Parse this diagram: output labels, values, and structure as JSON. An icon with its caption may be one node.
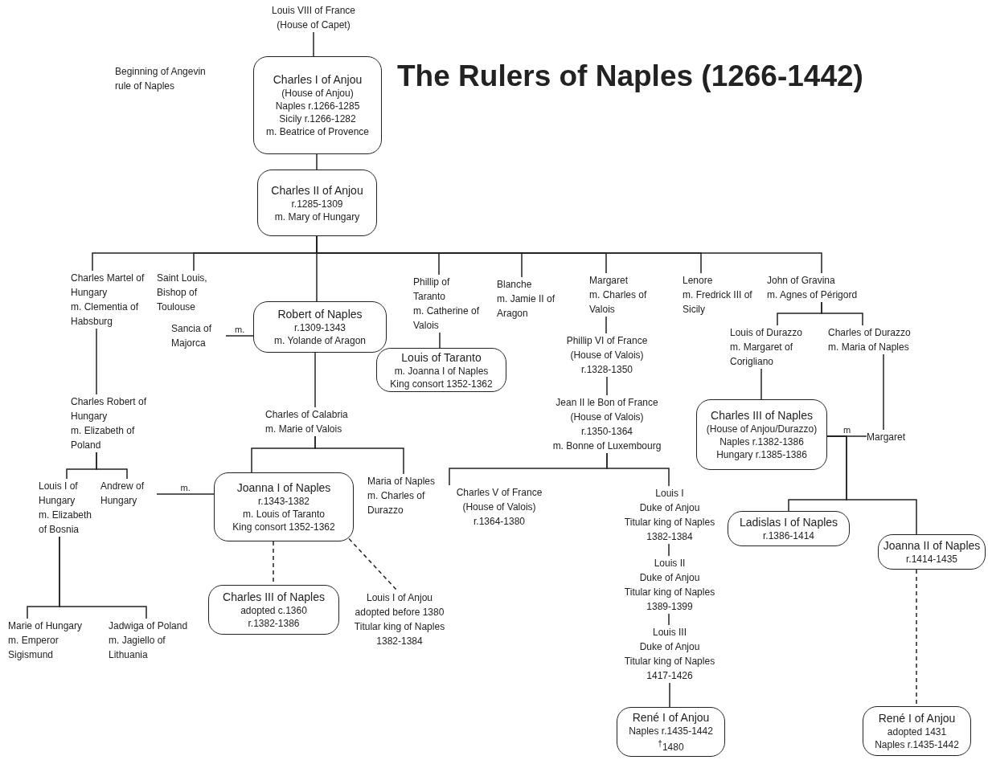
{
  "diagram": {
    "title": "The Rulers of Naples (1266-1442)",
    "nodes": [
      {
        "text": [
          "Louis VIII of France",
          "(House of Capet)"
        ]
      },
      {
        "text": [
          "Charles I of Anjou",
          "(House of Anjou)",
          "Naples r.1266-1285",
          "Sicily r.1266-1282",
          "m. Beatrice of Provence"
        ]
      },
      {
        "text": [
          "Charles II of Anjou",
          "r.1285-1309",
          "m. Mary of Hungary"
        ]
      },
      {
        "text": [
          "Charles Martel of Hungary",
          "m. Clementia of Habsburg"
        ]
      },
      {
        "text": [
          "Saint Louis, Bishop of Toulouse"
        ]
      },
      {
        "text": [
          "Robert of Naples",
          "r.1309-1343",
          "m. Yolande of Aragon"
        ]
      },
      {
        "text": [
          "Sancia of Majorca"
        ]
      },
      {
        "text": [
          "Phillip of Taranto",
          "m. Catherine of Valois"
        ]
      },
      {
        "text": [
          "Louis of Taranto",
          "m. Joanna I of Naples",
          "King consort 1352-1362"
        ]
      },
      {
        "text": [
          "Blanche",
          "m. Jamie II of Aragon"
        ]
      },
      {
        "text": [
          "Margaret",
          "m. Charles of Valois"
        ]
      },
      {
        "text": [
          "Lenore",
          "m. Fredrick III of Sicily"
        ]
      },
      {
        "text": [
          "John of Gravina",
          "m. Agnes of Périgord"
        ]
      },
      {
        "text": [
          "Phillip VI of France",
          "(House of Valois)",
          "r.1328-1350"
        ]
      },
      {
        "text": [
          "Louis of Durazzo",
          "m. Margaret of Corigliano"
        ]
      },
      {
        "text": [
          "Charles of Durazzo",
          "m. Maria of Naples"
        ]
      },
      {
        "text": [
          "Charles Robert of Hungary",
          "m. Elizabeth of Poland"
        ]
      },
      {
        "text": [
          "Charles of Calabria",
          "m. Marie of Valois"
        ]
      },
      {
        "text": [
          "Jean II le Bon of France",
          "(House of Valois)",
          "r.1350-1364",
          "m. Bonne of Luxembourg"
        ]
      },
      {
        "text": [
          "Charles III of Naples",
          "(House of Anjou/Durazzo)",
          "Naples r.1382-1386",
          "Hungary r.1385-1386"
        ]
      },
      {
        "text": [
          "Margaret"
        ]
      },
      {
        "text": [
          "Louis I of Hungary",
          "m. Elizabeth of Bosnia"
        ]
      },
      {
        "text": [
          "Andrew of Hungary"
        ]
      },
      {
        "text": [
          "Joanna I of Naples",
          "r.1343-1382",
          "m. Louis of Taranto",
          "King consort 1352-1362"
        ]
      },
      {
        "text": [
          "Maria of Naples",
          "m. Charles of Durazzo"
        ]
      },
      {
        "text": [
          "Charles V of France",
          "(House of Valois)",
          "r.1364-1380"
        ]
      },
      {
        "text": [
          "Louis I",
          "Duke of Anjou",
          "Titular king of Naples",
          "1382-1384"
        ]
      },
      {
        "text": [
          "Ladislas I of Naples",
          "r.1386-1414"
        ]
      },
      {
        "text": [
          "Joanna II of Naples",
          "r.1414-1435"
        ]
      },
      {
        "text": [
          "Louis II",
          "Duke of Anjou",
          "Titular king of Naples",
          "1389-1399"
        ]
      },
      {
        "text": [
          "Charles III of Naples",
          "adopted c.1360",
          "r.1382-1386"
        ]
      },
      {
        "text": [
          "Louis I of Anjou",
          "adopted before 1380",
          "Titular king of Naples",
          "1382-1384"
        ]
      },
      {
        "text": [
          "Marie of Hungary",
          "m. Emperor Sigismund"
        ]
      },
      {
        "text": [
          "Jadwiga of Poland",
          "m. Jagiello of Lithuania"
        ]
      },
      {
        "text": [
          "Louis III",
          "Duke of Anjou",
          "Titular king of Naples",
          "1417-1426"
        ]
      },
      {
        "text": [
          "René I of Anjou",
          "Naples r.1435-1442",
          "$^{†}$1480"
        ]
      },
      {
        "text": [
          "René I of Anjou",
          "adopted 1431",
          "Naples r.1435-1442"
        ]
      }
    ],
    "edges": [
      {
        "from": 0,
        "to": 1,
        "arrow": "none"
      },
      {
        "from": 1,
        "to": 2,
        "arrow": "none"
      },
      {
        "from": 2,
        "to": 3,
        "arrow": "none"
      },
      {
        "from": 2,
        "to": 4,
        "arrow": "none"
      },
      {
        "from": 2,
        "to": 5,
        "arrow": "none"
      },
      {
        "from": 2,
        "to": 7,
        "arrow": "none"
      },
      {
        "from": 2,
        "to": 9,
        "arrow": "none"
      },
      {
        "from": 2,
        "to": 10,
        "arrow": "none"
      },
      {
        "from": 2,
        "to": 11,
        "arrow": "none"
      },
      {
        "from": 2,
        "to": 12,
        "arrow": "none"
      },
      {
        "from": 6,
        "to": 5,
        "arrow": "none",
        "label": "m."
      },
      {
        "from": 7,
        "to": 8,
        "arrow": "none"
      },
      {
        "from": 10,
        "to": 13,
        "arrow": "none"
      },
      {
        "from": 12,
        "to": 14,
        "arrow": "none"
      },
      {
        "from": 12,
        "to": 15,
        "arrow": "none"
      },
      {
        "from": 3,
        "to": 16,
        "arrow": "none"
      },
      {
        "from": 5,
        "to": 17,
        "arrow": "none"
      },
      {
        "from": 13,
        "to": 18,
        "arrow": "none"
      },
      {
        "from": 14,
        "to": 19,
        "arrow": "none"
      },
      {
        "from": 15,
        "to": 20,
        "arrow": "none"
      },
      {
        "from": 16,
        "to": 21,
        "arrow": "none"
      },
      {
        "from": 16,
        "to": 22,
        "arrow": "none"
      },
      {
        "from": 17,
        "to": 23,
        "arrow": "none"
      },
      {
        "from": 17,
        "to": 24,
        "arrow": "none"
      },
      {
        "from": 22,
        "to": 23,
        "arrow": "none",
        "label": "m."
      },
      {
        "from": 18,
        "to": 25,
        "arrow": "none"
      },
      {
        "from": 18,
        "to": 26,
        "arrow": "none"
      },
      {
        "from": 19,
        "to": 20,
        "arrow": "none",
        "label": "m"
      },
      {
        "from": 19,
        "to": 27,
        "arrow": "none"
      },
      {
        "from": 19,
        "to": 28,
        "arrow": "none"
      },
      {
        "from": 23,
        "to": 30,
        "arrow": "none",
        "style": "dashed"
      },
      {
        "from": 23,
        "to": 31,
        "arrow": "none",
        "style": "dashed"
      },
      {
        "from": 21,
        "to": 32,
        "arrow": "none"
      },
      {
        "from": 21,
        "to": 33,
        "arrow": "none"
      },
      {
        "from": 26,
        "to": 29,
        "arrow": "none"
      },
      {
        "from": 29,
        "to": 34,
        "arrow": "none"
      },
      {
        "from": 34,
        "to": 35,
        "arrow": "none"
      },
      {
        "from": 28,
        "to": 36,
        "arrow": "none",
        "style": "dashed"
      }
    ],
    "labels": [
      "Beginning of Angevin rule of Naples"
    ]
  }
}
